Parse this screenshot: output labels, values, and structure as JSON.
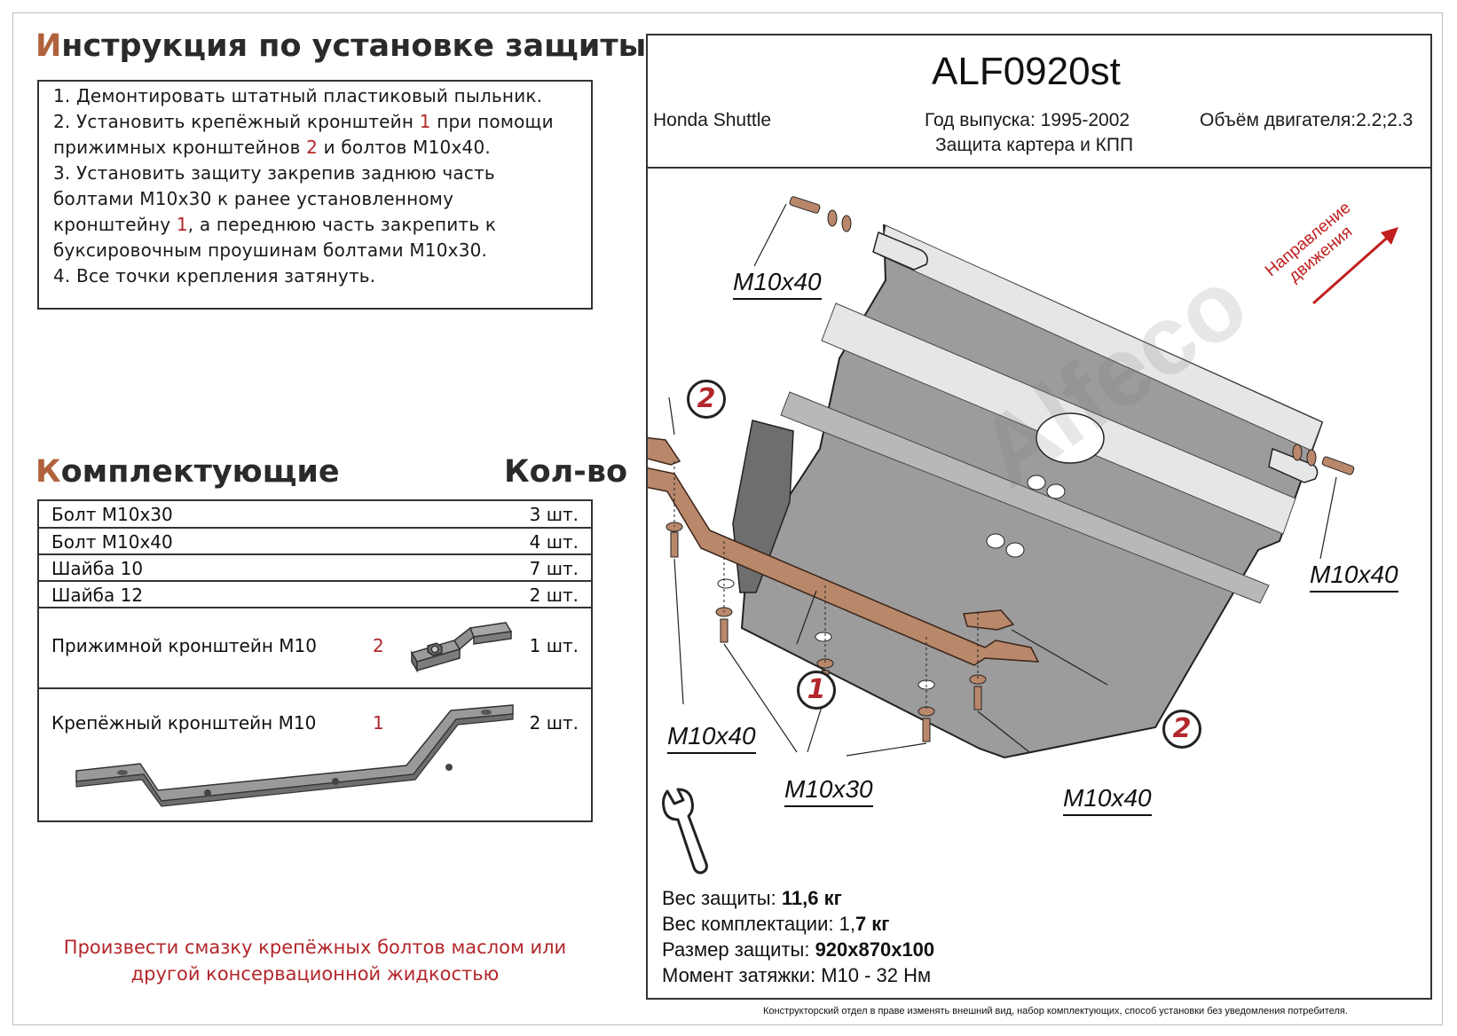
{
  "header": {
    "title_first": "И",
    "title_rest": "нструкция по установке защиты"
  },
  "instructions": {
    "l1": "1.  Демонтировать штатный пластиковый пыльник.",
    "l2a": "2.  Установить крепёжный кронштейн ",
    "l2n": "1",
    "l2b": " при помощи",
    "l3a": "прижимных кронштейнов ",
    "l3n": "2",
    "l3b": " и болтов М10х40.",
    "l4": "3.  Установить защиту закрепив заднюю часть",
    "l5": "болтами М10х30 к ранее установленному",
    "l6a": "кронштейну ",
    "l6n": "1",
    "l6b": ", а переднюю часть закрепить к",
    "l7": "буксировочным проушинам болтами М10х30.",
    "l8": "4.  Все точки крепления затянуть."
  },
  "parts": {
    "heading_first": "К",
    "heading_rest": "омплектующие",
    "qty_heading": "Кол-во",
    "rows": [
      {
        "name": "Болт М10х30",
        "qty": "3 шт."
      },
      {
        "name": "Болт М10х40",
        "qty": "4 шт."
      },
      {
        "name": "Шайба 10",
        "qty": "7 шт."
      },
      {
        "name": "Шайба 12",
        "qty": "2 шт."
      },
      {
        "name": "Прижимной кронштейн М10",
        "num": "2",
        "qty": "1 шт."
      },
      {
        "name": "Крепёжный кронштейн М10",
        "num": "1",
        "qty": "2 шт."
      }
    ]
  },
  "note": "Произвести смазку крепёжных болтов маслом или другой консервационной жидкостью",
  "product": {
    "sku": "ALF0920st",
    "model": "Honda Shuttle",
    "year": "Год выпуска: 1995-2002",
    "type": "Защита картера и КПП",
    "engine": "Объём двигателя:2.2;2.3"
  },
  "diagram": {
    "callouts": [
      "M10x40",
      "M10x40",
      "M10x40",
      "M10x30",
      "M10x40"
    ],
    "part_labels": [
      "2",
      "2",
      "1"
    ],
    "direction_l1": "Направление",
    "direction_l2": "движения",
    "watermark": "Alfeco",
    "plate_color": "#9c9c9c",
    "bracket_color": "#b9876a",
    "accent_red": "#b3262b"
  },
  "specs": {
    "weight_label": "Вес защиты: ",
    "weight_value": "11,6 кг",
    "kit_label": "Вес комплектации: ",
    "kit_value_a": "1,",
    "kit_value_b": "7 кг",
    "size_label": "Размер защиты: ",
    "size_value": "920x870x100",
    "torque": "Момент затяжки:  М10 - 32 Нм"
  },
  "footer": "Конструкторский отдел в праве изменять внешний вид, набор комплектующих, способ установки без уведомления потребителя."
}
